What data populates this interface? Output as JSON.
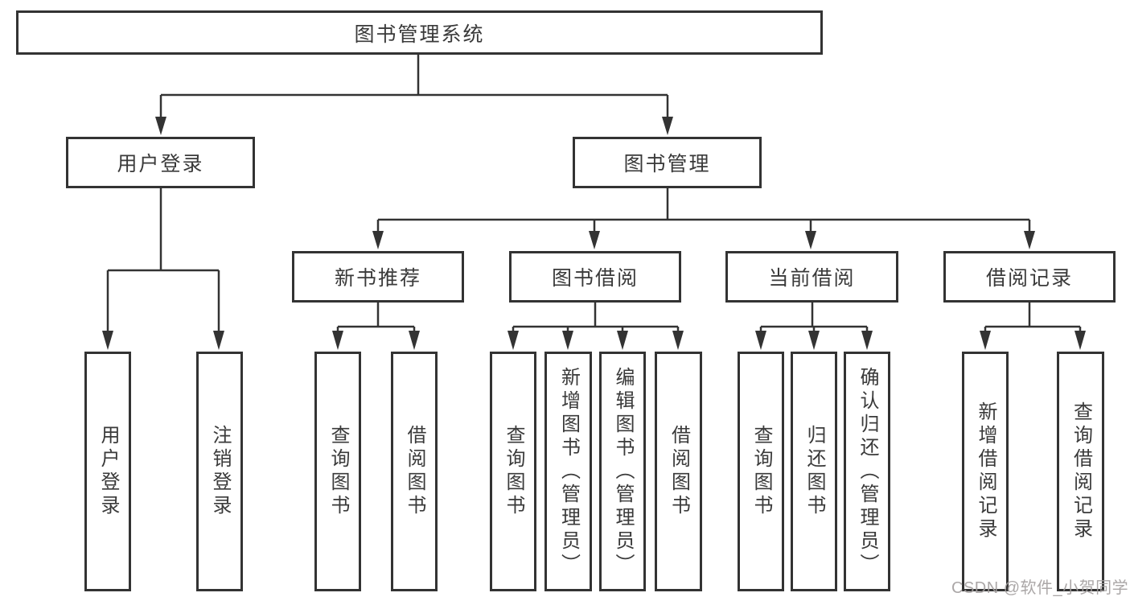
{
  "diagram": {
    "title": "图书管理系统",
    "level2": [
      "用户登录",
      "图书管理"
    ],
    "level3": [
      "新书推荐",
      "图书借阅",
      "当前借阅",
      "借阅记录"
    ],
    "leaves": {
      "user_login": [
        "用户登录",
        "注销登录"
      ],
      "new_books": [
        "查询图书",
        "借阅图书"
      ],
      "book_borrow": [
        "查询图书",
        "新增图书（管理员）",
        "编辑图书（管理员）",
        "借阅图书"
      ],
      "current_borrow": [
        "查询图书",
        "归还图书",
        "确认归还（管理员）"
      ],
      "borrow_records": [
        "新增借阅记录",
        "查询借阅记录"
      ]
    }
  },
  "watermark": "CSDN @软件_小贺同学",
  "colors": {
    "line": "#333333",
    "text": "#3a3a3a",
    "background": "#ffffff",
    "watermark": "#a4a0a0"
  }
}
